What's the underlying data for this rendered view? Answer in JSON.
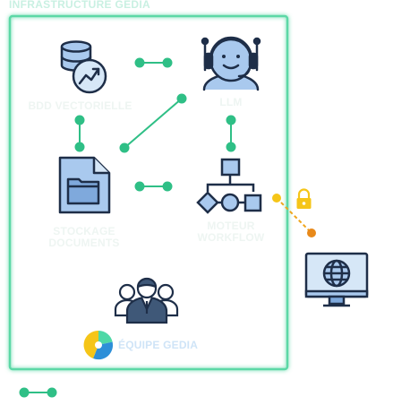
{
  "frame": {
    "title": "INFRASTRUCTURE GEDIA",
    "border_color": "#5bd8a6"
  },
  "nodes": {
    "vector_db": {
      "label": "BDD VECTORIELLE",
      "icon": "database-chart-icon"
    },
    "llm": {
      "label": "LLM",
      "icon": "robot-headset-icon"
    },
    "document_storage": {
      "label_line1": "STOCKAGE",
      "label_line2": "DOCUMENTS",
      "icon": "folder-document-icon"
    },
    "workflow_engine": {
      "label_line1": "MOTEUR",
      "label_line2": "WORKFLOW",
      "icon": "flowchart-icon"
    },
    "team": {
      "label": "ÉQUIPE GEDIA",
      "icon": "team-people-icon"
    },
    "user_terminal": {
      "icon": "globe-monitor-icon"
    }
  },
  "colors": {
    "connector": "#2fbf86",
    "secure_link": "#f0a51c",
    "lock": "#f5c518",
    "icon_fill": "#a9c9ee",
    "icon_stroke": "#1e2e48",
    "faint_label": "#eef5f2",
    "team_label": "#cfe4f7"
  },
  "legend": {
    "icon": "connector-legend-icon"
  }
}
